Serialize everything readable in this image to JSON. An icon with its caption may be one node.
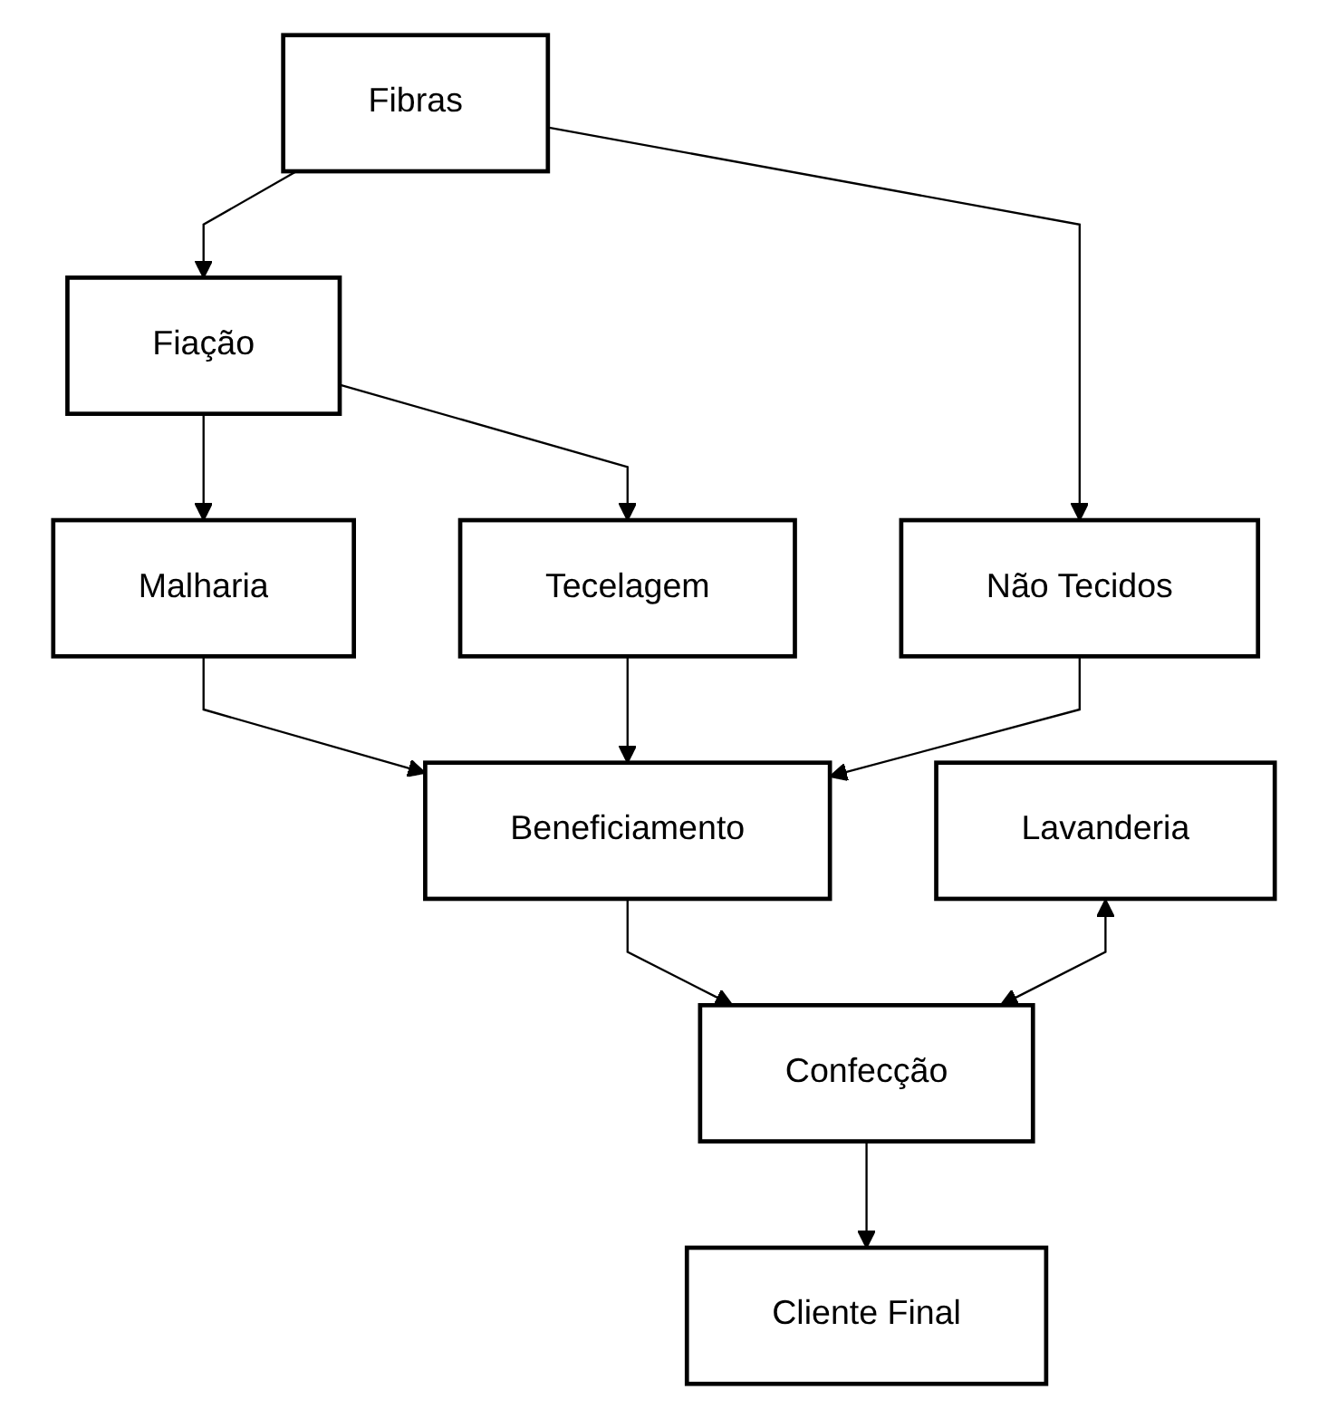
{
  "diagram": {
    "nodes": [
      {
        "text": [
          "Fibras"
        ]
      },
      {
        "text": [
          "Fiação"
        ]
      },
      {
        "text": [
          "Não Tecidos"
        ]
      },
      {
        "text": [
          "Malharia"
        ]
      },
      {
        "text": [
          "Tecelagem"
        ]
      },
      {
        "text": [
          "Beneficiamento"
        ]
      },
      {
        "text": [
          "Lavanderia"
        ]
      },
      {
        "text": [
          "Confecção"
        ]
      },
      {
        "text": [
          "Cliente Final"
        ]
      }
    ],
    "edges": [
      {
        "from": 0,
        "to": 1,
        "arrow": "to"
      },
      {
        "from": 0,
        "to": 2,
        "arrow": "to"
      },
      {
        "from": 1,
        "to": 3,
        "arrow": "to"
      },
      {
        "from": 1,
        "to": 4,
        "arrow": "to"
      },
      {
        "from": 3,
        "to": 5,
        "arrow": "to"
      },
      {
        "from": 4,
        "to": 5,
        "arrow": "to"
      },
      {
        "from": 2,
        "to": 5,
        "arrow": "to"
      },
      {
        "from": 5,
        "to": 7,
        "arrow": "to"
      },
      {
        "from": 6,
        "to": 7,
        "arrow": "both"
      },
      {
        "from": 7,
        "to": 8,
        "arrow": "to"
      }
    ]
  }
}
